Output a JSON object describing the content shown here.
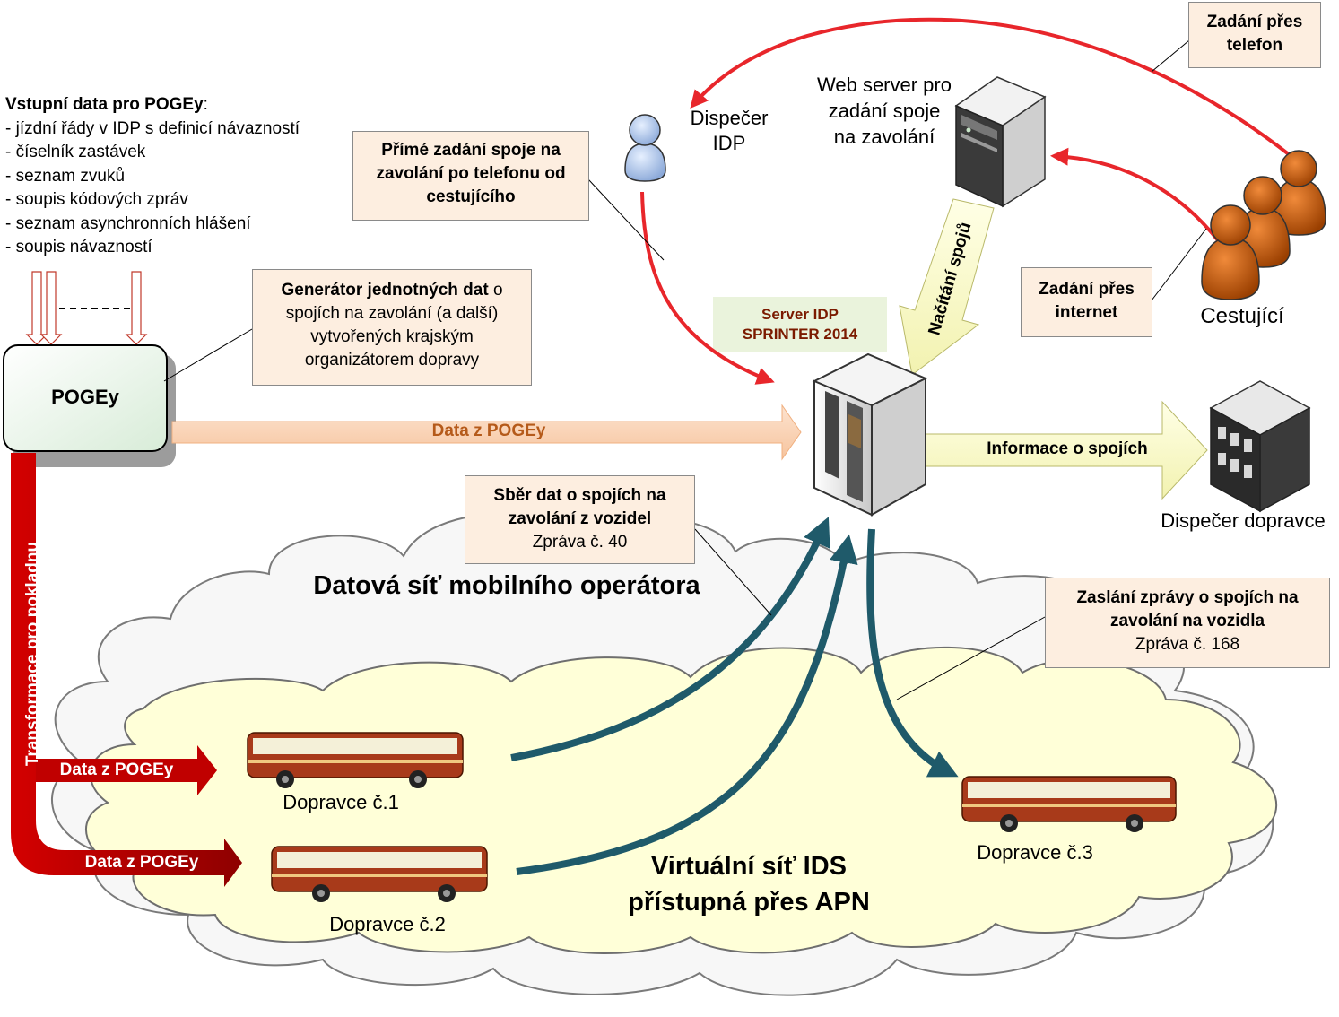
{
  "input_data": {
    "heading": "Vstupní data pro POGEy",
    "heading_suffix": ":",
    "items": [
      "- jízdní řády v IDP s definicí návazností",
      "- číselník zastávek",
      "- seznam zvuků",
      "- soupis kódových zpráv",
      "- seznam asynchronních hlášení",
      "- soupis návazností"
    ]
  },
  "pogey_box": {
    "label": "POGEy"
  },
  "generator_note": {
    "bold": "Generátor jednotných dat",
    "rest": " o spojích na zavolání (a další) vytvořených krajským organizátorem dopravy"
  },
  "phone_booking_note": {
    "text": "Přímé zadání spoje na zavolání po telefonu od cestujícího"
  },
  "dispatcher_idp": {
    "line1": "Dispečer",
    "line2": "IDP"
  },
  "web_server": {
    "line1": "Web server pro",
    "line2": "zadání spoje",
    "line3": "na zavolání"
  },
  "phone_entry_note": {
    "line1": "Zadání přes",
    "line2": "telefon"
  },
  "internet_entry_note": {
    "line1": "Zadání přes",
    "line2": "internet"
  },
  "passengers": {
    "label": "Cestující"
  },
  "server_idp": {
    "line1": "Server IDP",
    "line2": "SPRINTER 2014"
  },
  "loading_arrow": {
    "label": "Načítání spojů"
  },
  "data_arrow_main": {
    "label": "Data z POGEy"
  },
  "info_arrow": {
    "label": "Informace o spojích"
  },
  "carrier_dispatcher": {
    "label": "Dispečer dopravce"
  },
  "collect_note": {
    "line1": "Sběr dat o spojích na",
    "line2": "zavolání z vozidel",
    "line3": "Zpráva č. 40"
  },
  "send_note": {
    "line1": "Zaslání zprávy o spojích na",
    "line2": "zavolání na vozidla",
    "line3": "Zpráva č. 168"
  },
  "mobile_network": {
    "label": "Datová síť mobilního operátora"
  },
  "transform_arrow": {
    "label": "Transformace pro pokladnu"
  },
  "data_arrow_bus1": {
    "label": "Data z POGEy"
  },
  "data_arrow_bus2": {
    "label": "Data z POGEy"
  },
  "bus1": {
    "label": "Dopravce č.1"
  },
  "bus2": {
    "label": "Dopravce č.2"
  },
  "bus3": {
    "label": "Dopravce č.3"
  },
  "virtual_network": {
    "line1": "Virtuální síť IDS",
    "line2": "přístupná přes APN"
  },
  "colors": {
    "red_arrow": "#e8262b",
    "dark_red": "#b00000",
    "teal": "#1f5a6a",
    "note_fill": "#fdeee0",
    "server_label_bg": "#eaf3dc",
    "server_label_text": "#7b1a00",
    "cloud_inner": "#ffffd8",
    "bus": "#a83a1a",
    "person": "#c85a10"
  }
}
